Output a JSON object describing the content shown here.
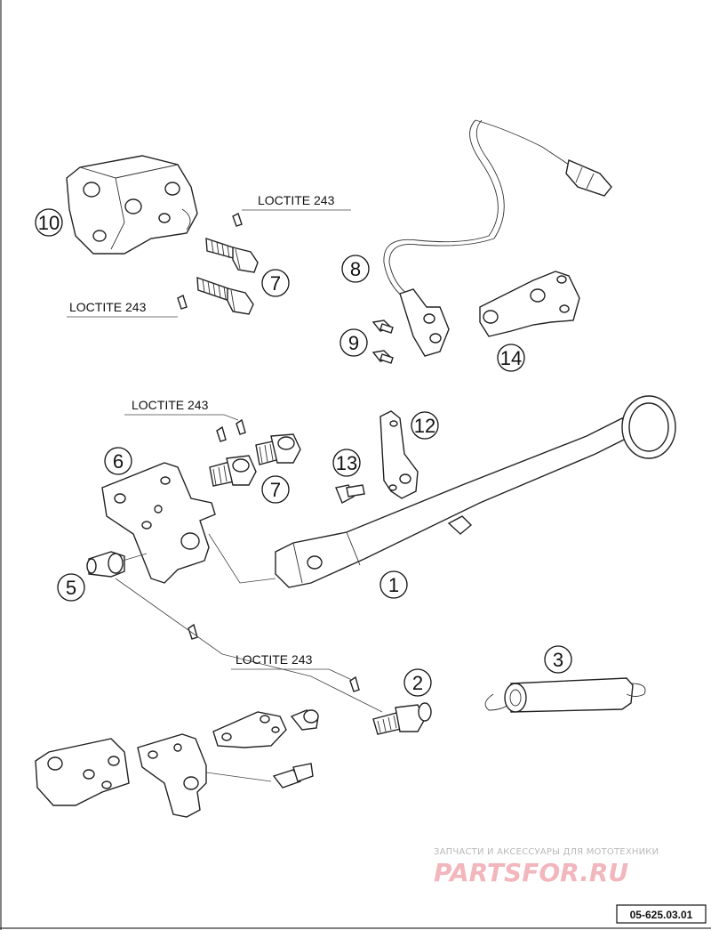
{
  "callouts": {
    "c1": "1",
    "c2": "2",
    "c3": "3",
    "c5": "5",
    "c6": "6",
    "c7a": "7",
    "c7b": "7",
    "c8": "8",
    "c9": "9",
    "c10": "10",
    "c12": "12",
    "c13": "13",
    "c14": "14"
  },
  "notes": {
    "loctite_top": "LOCTITE 243",
    "loctite_left": "LOCTITE 243",
    "loctite_mid": "LOCTITE 243",
    "loctite_bottom": "LOCTITE 243"
  },
  "watermark": {
    "subtitle": "ЗАПЧАСТИ И АКСЕССУАРЫ ДЛЯ МОТОТЕХНИКИ",
    "brand": "PARTSFOR.RU"
  },
  "drawing_code": "05-625.03.01"
}
